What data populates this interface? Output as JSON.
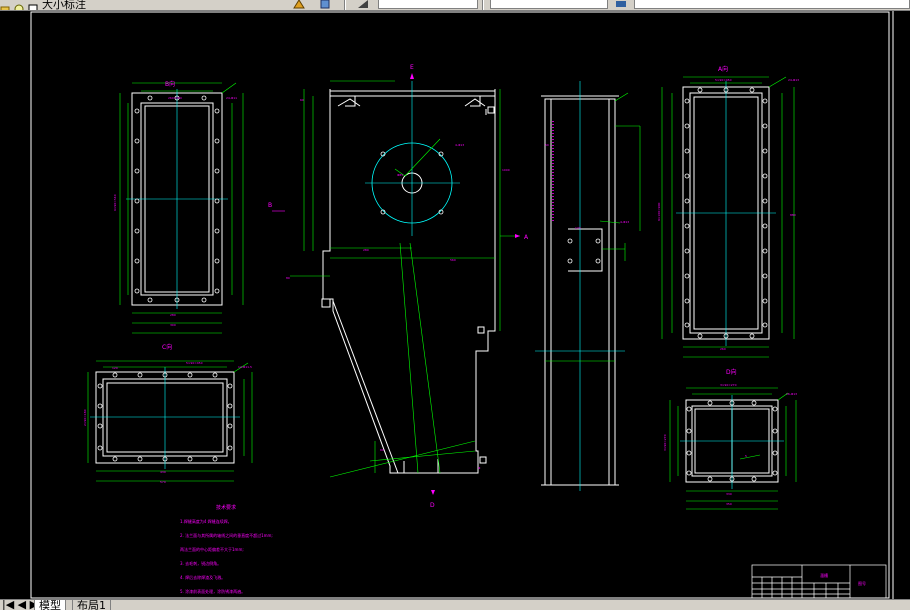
{
  "toolbar": {
    "title": "大小标注",
    "icons": [
      "folder-icon",
      "save-icon",
      "layer-icon",
      "match-icon",
      "properties-icon",
      "color-icon"
    ]
  },
  "drawing": {
    "views": {
      "b_view": "B向",
      "c_view": "C向",
      "a_view": "A向",
      "d_view": "D向",
      "section_e": "E",
      "section_b": "B",
      "arrow_a": "A",
      "arrow_d": "D"
    },
    "tech_title": "技术要求",
    "tech_notes": [
      "1.焊缝高度为4 焊缝连续焊。",
      "2. 法兰面与其所属的轴线之间的垂直度不超过1mm;",
      "两法兰面的中心距偏差不大于1mm;",
      "3. 去毛刺，锐边倒角。",
      "4. 焊后去除焊渣及飞溅。",
      "5. 涂漆前表面处理，涂防锈漆两遍。"
    ],
    "title_block": {
      "part_name": "溜槽",
      "code": "图号"
    }
  },
  "tabs": {
    "nav": "|◀ ◀ ▶ ▶|",
    "model": "模型",
    "layout1": "布局1"
  },
  "colors": {
    "background": "#000000",
    "outline": "#ffffff",
    "dimension": "#00ff00",
    "centerline": "#00ffff",
    "text": "#ff00ff",
    "ui": "#d4d0c8"
  }
}
